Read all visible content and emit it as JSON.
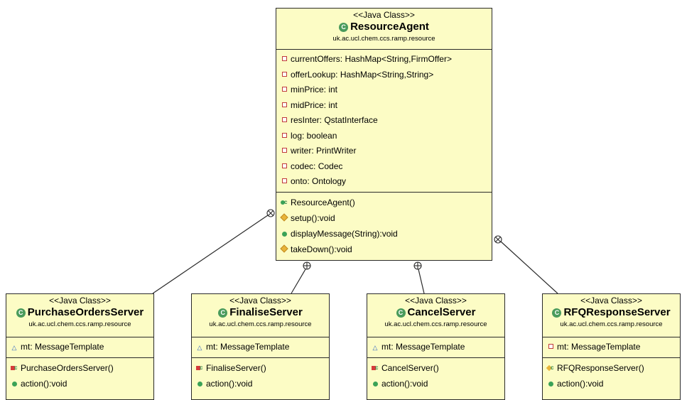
{
  "diagram": {
    "main_class": {
      "stereotype": "<<Java Class>>",
      "name": "ResourceAgent",
      "package": "uk.ac.ucl.chem.ccs.ramp.resource",
      "fields": [
        "currentOffers: HashMap<String,FirmOffer>",
        "offerLookup: HashMap<String,String>",
        "minPrice: int",
        "midPrice: int",
        "resInter: QstatInterface",
        "log: boolean",
        "writer: PrintWriter",
        "codec: Codec",
        "onto: Ontology"
      ],
      "methods": [
        {
          "text": "ResourceAgent()",
          "icon": "public-constructor-icon"
        },
        {
          "text": "setup():void",
          "icon": "protected-method-icon"
        },
        {
          "text": "displayMessage(String):void",
          "icon": "public-method-icon"
        },
        {
          "text": "takeDown():void",
          "icon": "protected-method-icon"
        }
      ]
    },
    "inner_classes": [
      {
        "stereotype": "<<Java Class>>",
        "name": "PurchaseOrdersServer",
        "package": "uk.ac.ucl.chem.ccs.ramp.resource",
        "field": "mt: MessageTemplate",
        "field_icon": "package-field-icon",
        "ctor": "PurchaseOrdersServer()",
        "ctor_icon": "private-constructor-icon",
        "method": "action():void"
      },
      {
        "stereotype": "<<Java Class>>",
        "name": "FinaliseServer",
        "package": "uk.ac.ucl.chem.ccs.ramp.resource",
        "field": "mt: MessageTemplate",
        "field_icon": "package-field-icon",
        "ctor": "FinaliseServer()",
        "ctor_icon": "private-constructor-icon",
        "method": "action():void"
      },
      {
        "stereotype": "<<Java Class>>",
        "name": "CancelServer",
        "package": "uk.ac.ucl.chem.ccs.ramp.resource",
        "field": "mt: MessageTemplate",
        "field_icon": "package-field-icon",
        "ctor": "CancelServer()",
        "ctor_icon": "private-constructor-icon",
        "method": "action():void"
      },
      {
        "stereotype": "<<Java Class>>",
        "name": "RFQResponseServer",
        "package": "uk.ac.ucl.chem.ccs.ramp.resource",
        "field": "mt: MessageTemplate",
        "field_icon": "private-field-icon",
        "ctor": "RFQResponseServer()",
        "ctor_icon": "protected-constructor-icon",
        "method": "action():void"
      }
    ],
    "class_icon_glyph": "C",
    "constructor_marker": "c",
    "colors": {
      "class_fill": "#fcfcc5",
      "border": "#2a2a2a",
      "class_icon": "#4a9b5c",
      "private": "#d63a3a",
      "public": "#3aa257",
      "protected": "#e8b43a",
      "package": "#2f63c4"
    }
  }
}
